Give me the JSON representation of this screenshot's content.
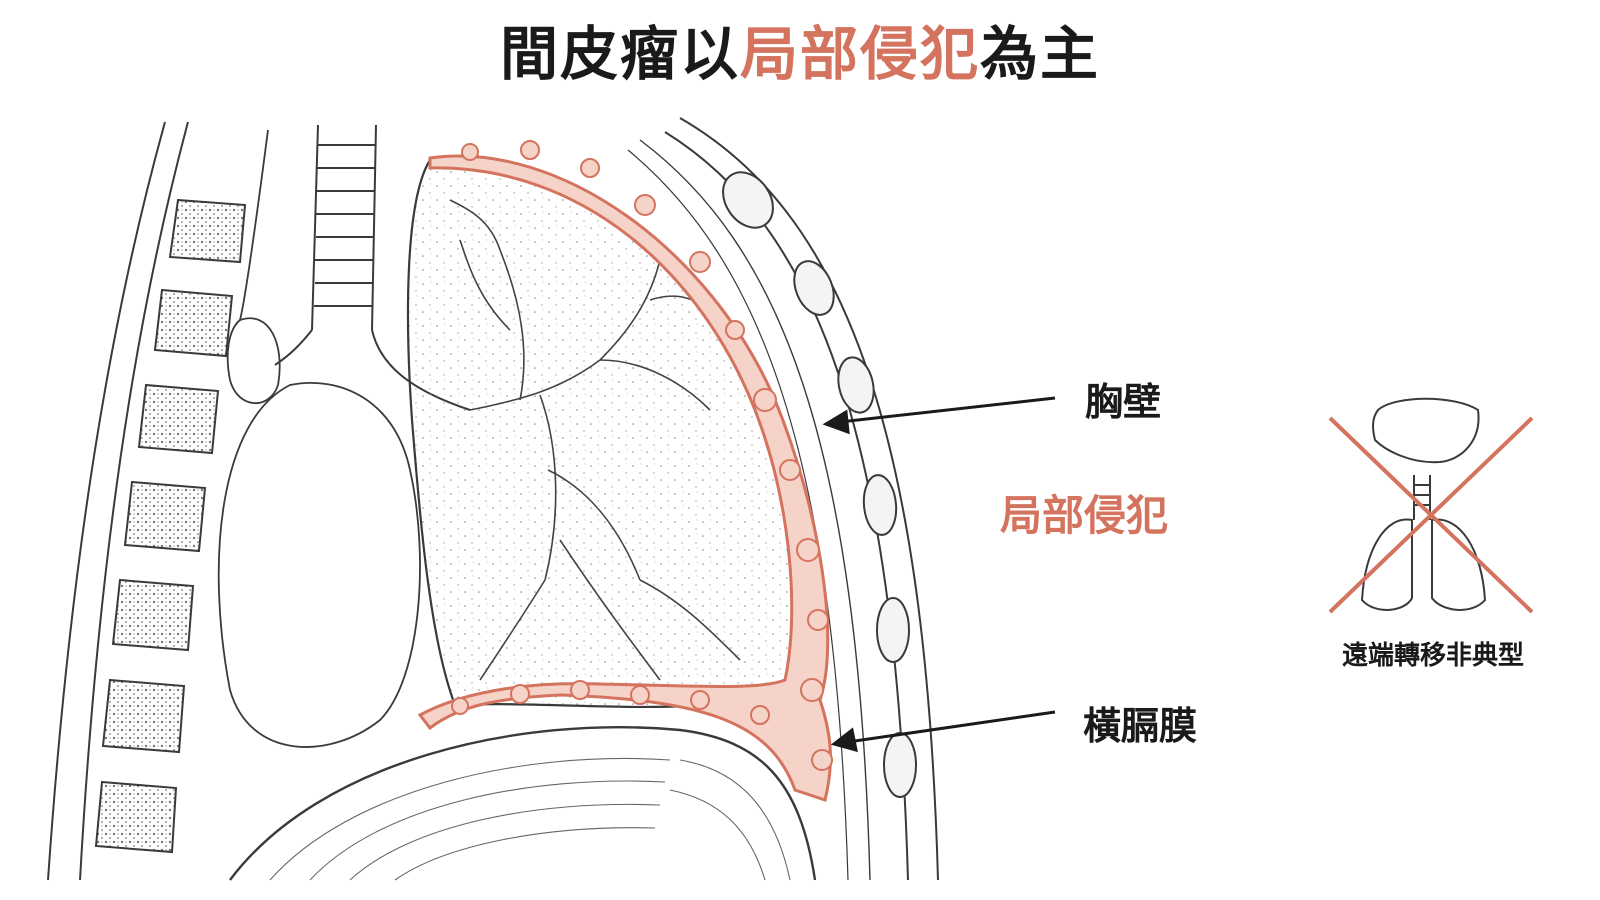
{
  "title": {
    "prefix": "間皮瘤以",
    "highlight": "局部侵犯",
    "suffix": "為主"
  },
  "labels": {
    "chest_wall": "胸壁",
    "local_invasion": "局部侵犯",
    "diaphragm": "橫膈膜",
    "distant_metastasis": "遠端轉移非典型"
  },
  "colors": {
    "accent": "#d4735e",
    "ink": "#1a1a1a",
    "line": "#3a3a3a",
    "tumor_fill": "#f6d3c8"
  }
}
